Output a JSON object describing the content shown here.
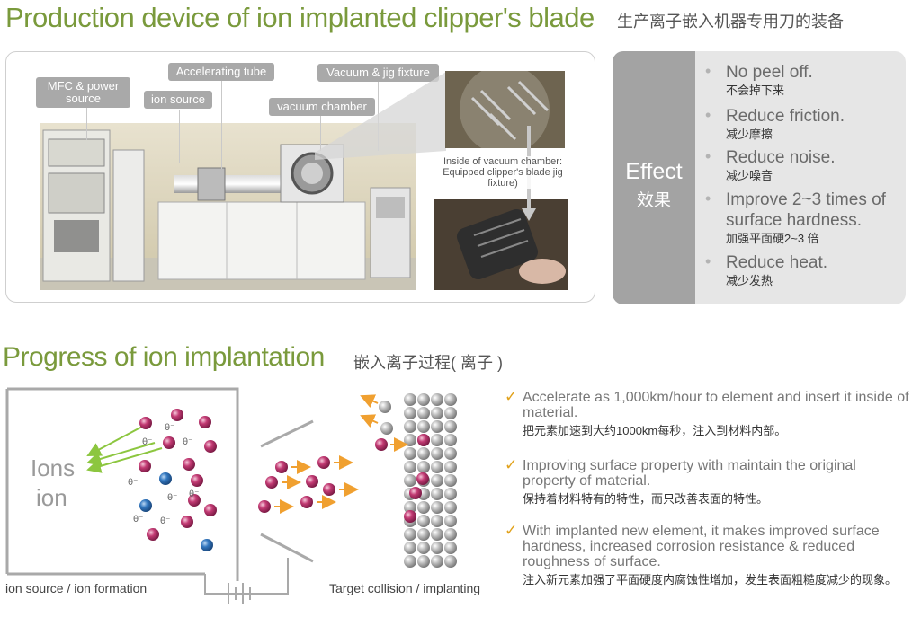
{
  "header": {
    "title_en": "Production device of ion implanted clipper's blade",
    "title_zh": "生产离子嵌入机器专用刀的装备"
  },
  "photo": {
    "labels": {
      "mfc": "MFC & power source",
      "accelerating": "Accelerating tube",
      "ion_source": "ion source",
      "vacuum_jig": "Vacuum & jig fixture",
      "vacuum_chamber": "vacuum chamber"
    },
    "inside_caption": "Inside of vacuum chamber: Equipped clipper's blade jig fixture)"
  },
  "effect": {
    "title_en": "Effect",
    "title_zh": "效果",
    "items": [
      {
        "en": "No peel off.",
        "zh": "不会掉下来"
      },
      {
        "en": "Reduce friction.",
        "zh": "减少摩擦"
      },
      {
        "en": "Reduce noise.",
        "zh": "减少噪音"
      },
      {
        "en": "Improve 2~3 times of surface hardness.",
        "zh": "加强平面硬2~3 倍"
      },
      {
        "en": "Reduce heat.",
        "zh": "减少发热"
      }
    ]
  },
  "progress": {
    "title_en": "Progress of ion implantation",
    "title_zh": "嵌入离子过程( 离子 )"
  },
  "diagram": {
    "ions_en": "Ions",
    "ions_zh": "ion",
    "electron_symbol": "θ⁻",
    "caption_left": "ion source / ion formation",
    "caption_right": "Target collision / implanting"
  },
  "process": {
    "items": [
      {
        "en": "Accelerate as 1,000km/hour to element and insert it inside of material.",
        "zh": "把元素加速到大约1000km每秒，注入到材料内部。"
      },
      {
        "en": "Improving surface property with maintain the original property of material.",
        "zh": "保持着材料特有的特性，而只改善表面的特性。"
      },
      {
        "en": "With implanted new element, it makes improved surface hardness, increased corrosion resistance & reduced roughness of surface.",
        "zh": "注入新元素加强了平面硬度内腐蚀性增加，发生表面粗糙度减少的现象。"
      }
    ]
  },
  "colors": {
    "title_green": "#7a9a3c",
    "effect_dark": "#a3a3a3",
    "effect_light": "#e6e6e6",
    "ion_pink": "#b8336a",
    "ion_blue": "#2f6fb5",
    "arrow_orange": "#f0a030",
    "arrow_green": "#8cc63f",
    "check_orange": "#e1a21c"
  }
}
